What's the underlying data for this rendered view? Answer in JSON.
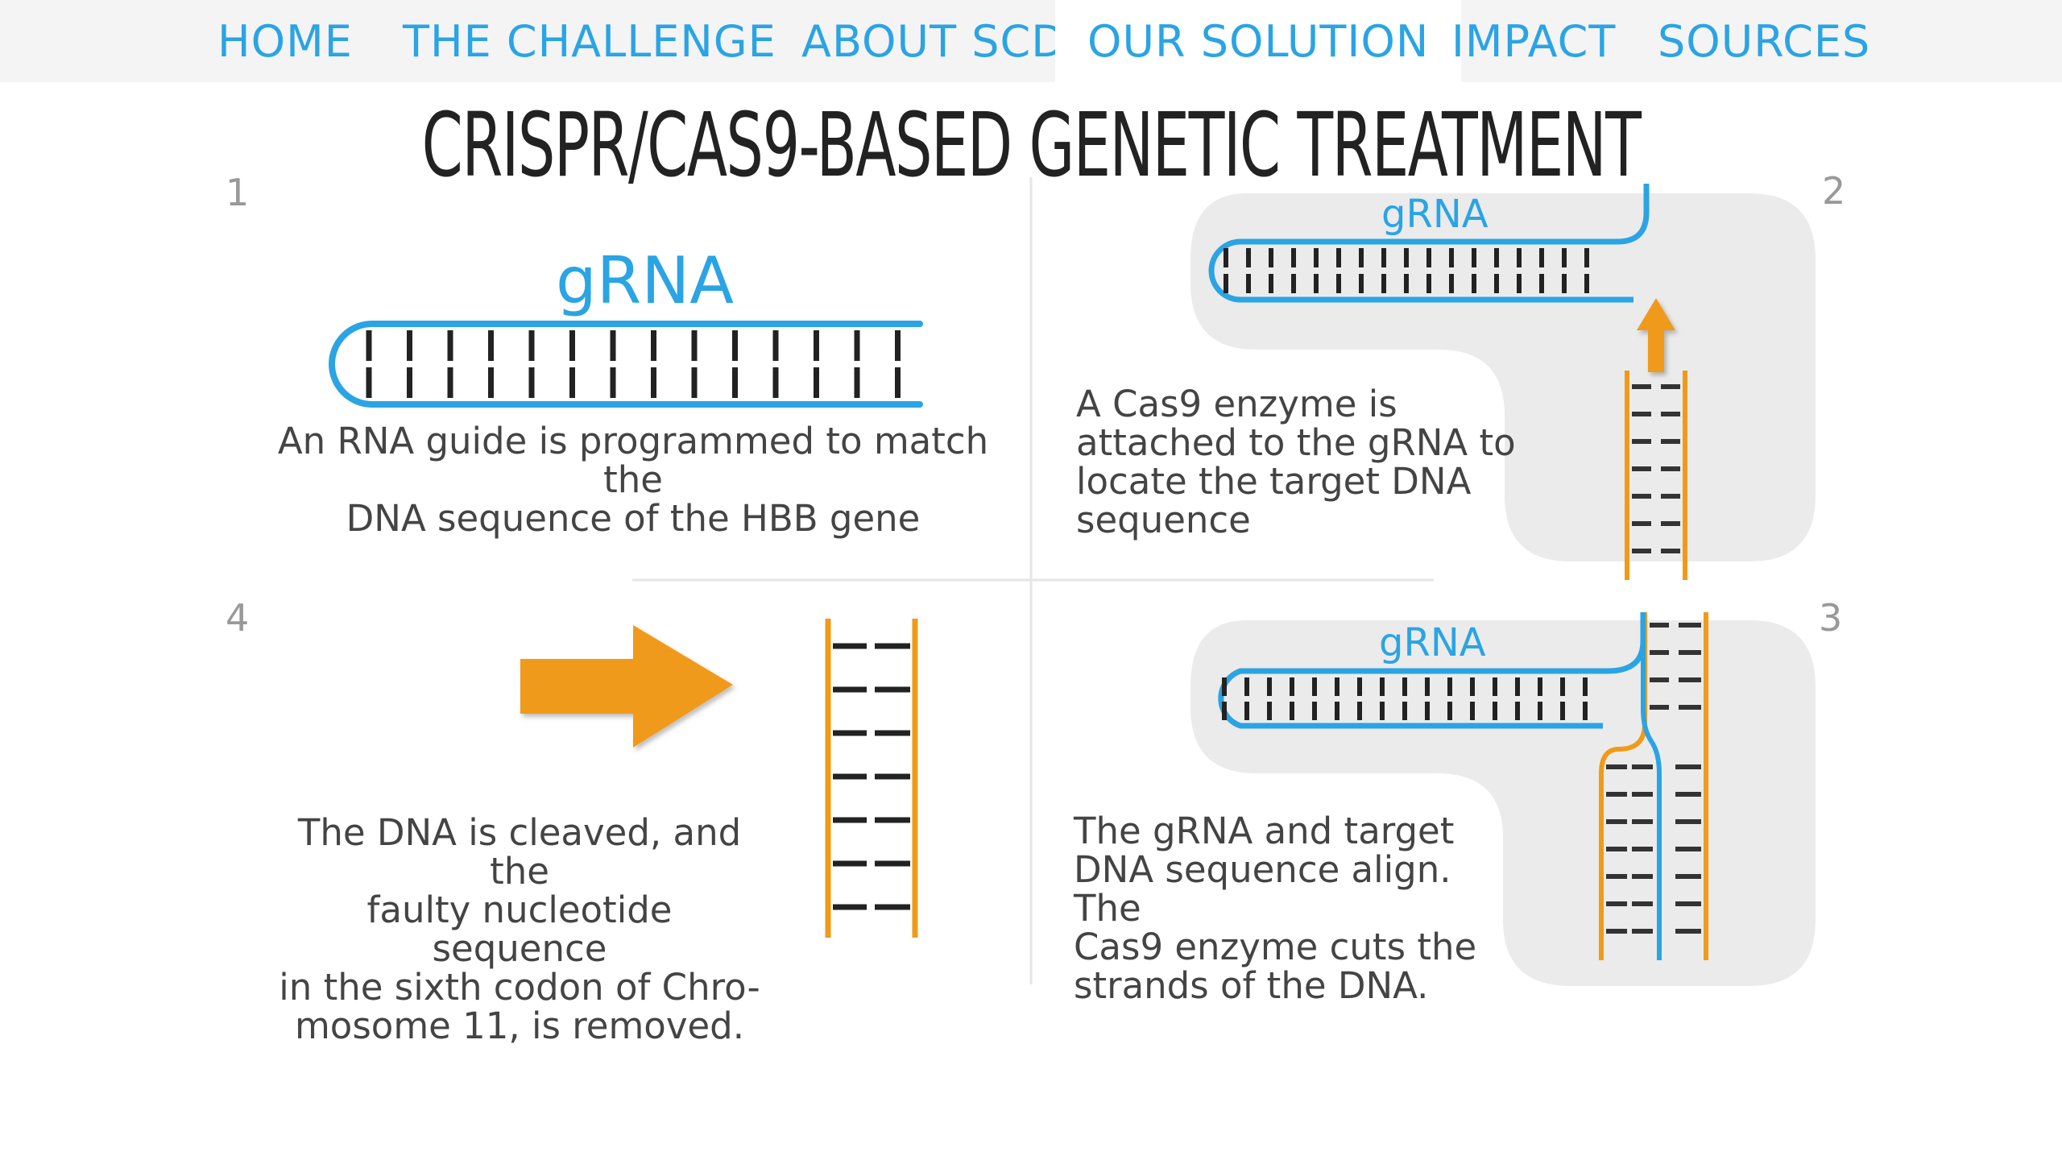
{
  "nav": {
    "items": [
      {
        "label": "HOME"
      },
      {
        "label": "THE CHALLENGE"
      },
      {
        "label": "ABOUT SCD"
      },
      {
        "label": "OUR SOLUTION",
        "active": true
      },
      {
        "label": "IMPACT"
      },
      {
        "label": "SOURCES"
      }
    ]
  },
  "page": {
    "title": "CRISPR/CAS9-BASED GENETIC TREATMENT"
  },
  "steps": {
    "step1": {
      "number": "1",
      "label": "gRNA",
      "description": "An RNA guide is programmed to match the\nDNA sequence of the HBB gene"
    },
    "step2": {
      "number": "2",
      "label": "gRNA",
      "description": "A Cas9 enzyme is\nattached to the gRNA to\nlocate the target DNA\nsequence"
    },
    "step3": {
      "number": "3",
      "label": "gRNA",
      "description": "The gRNA and target\nDNA sequence align. The\nCas9 enzyme cuts the\nstrands of the DNA."
    },
    "step4": {
      "number": "4",
      "description": "The DNA is cleaved, and the\nfaulty nucleotide sequence\nin the sixth codon of Chro-\nmosome 11, is removed."
    }
  },
  "colors": {
    "accent_blue": "#2aa4e4",
    "dna_orange": "#f09a1a",
    "panel_gray": "#ebebeb",
    "rung_dark": "#222222"
  }
}
